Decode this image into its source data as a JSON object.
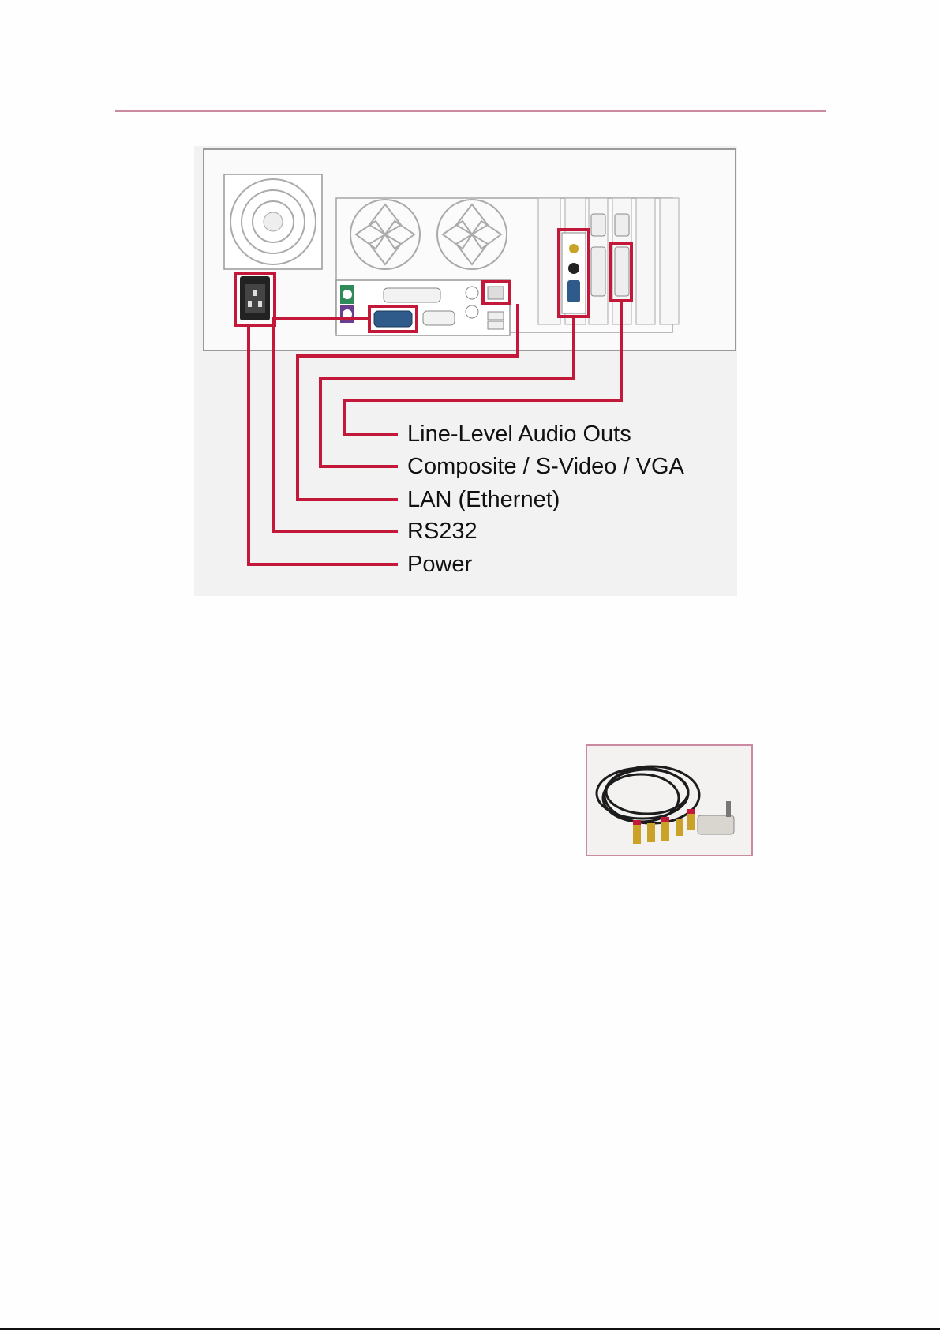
{
  "figure": {
    "callouts": [
      {
        "label": "Line-Level Audio Outs"
      },
      {
        "label": "Composite / S-Video / VGA"
      },
      {
        "label": "LAN (Ethernet)"
      },
      {
        "label": "RS232"
      },
      {
        "label": "Power"
      }
    ]
  },
  "colors": {
    "callout_red": "#c3183a",
    "rule": "#c98aa2"
  }
}
